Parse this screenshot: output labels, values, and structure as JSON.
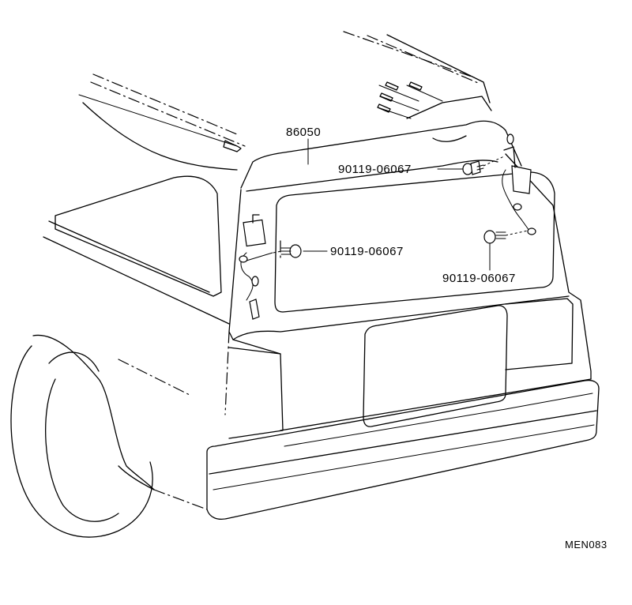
{
  "labels": {
    "spoiler": "86050",
    "screw_upper_right": "90119-06067",
    "screw_left": "90119-06067",
    "screw_lower_right": "90119-06067"
  },
  "figure_code": "MEN083"
}
